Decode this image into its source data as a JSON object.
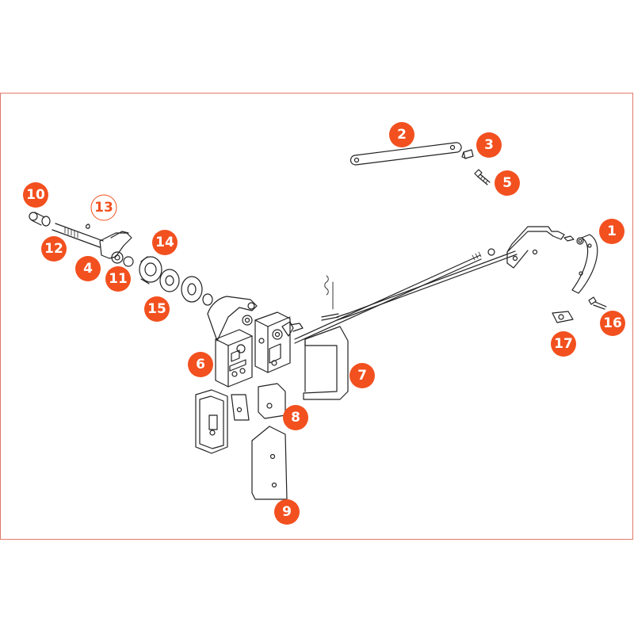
{
  "colors": {
    "callout": "#f2501f",
    "callout_text": "#ffffff",
    "line": "#222222",
    "frame": "#e07a6a"
  },
  "callouts": [
    {
      "id": "1",
      "label": "1"
    },
    {
      "id": "2",
      "label": "2"
    },
    {
      "id": "3",
      "label": "3"
    },
    {
      "id": "4",
      "label": "4"
    },
    {
      "id": "5",
      "label": "5"
    },
    {
      "id": "6",
      "label": "6"
    },
    {
      "id": "7",
      "label": "7"
    },
    {
      "id": "8",
      "label": "8"
    },
    {
      "id": "9",
      "label": "9"
    },
    {
      "id": "10",
      "label": "10"
    },
    {
      "id": "11",
      "label": "11"
    },
    {
      "id": "12",
      "label": "12"
    },
    {
      "id": "13",
      "label": "13"
    },
    {
      "id": "14",
      "label": "14"
    },
    {
      "id": "15",
      "label": "15"
    },
    {
      "id": "16",
      "label": "16"
    },
    {
      "id": "17",
      "label": "17"
    }
  ]
}
